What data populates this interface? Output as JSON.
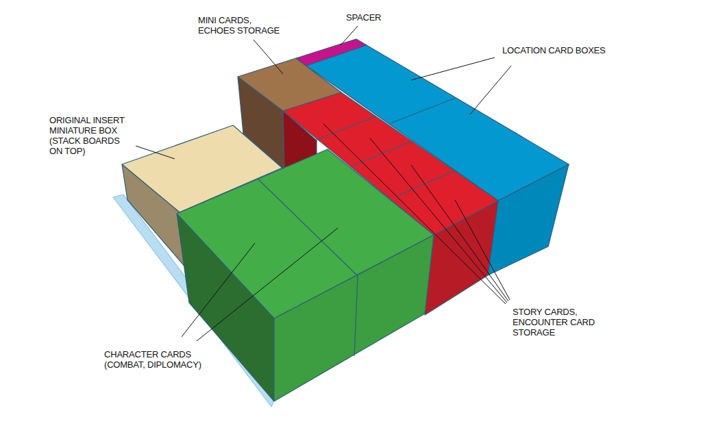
{
  "diagram": {
    "labels": [
      "MINI CARDS, ECHOES STORAGE",
      "SPACER",
      "LOCATION CARD BOXES",
      "ORIGINAL INSERT MINIATURE BOX (STACK BOARDS ON TOP)",
      "CHARACTER CARDS (COMBAT, DIPLOMACY)",
      "STORY CARDS, ENCOUNTER CARD STORAGE"
    ]
  }
}
